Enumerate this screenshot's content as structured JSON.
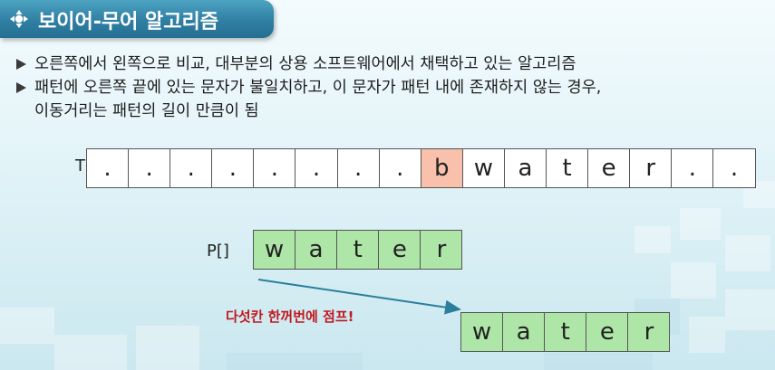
{
  "header": {
    "title": "보이어-무어 알고리즘",
    "icon": "move-arrows-icon"
  },
  "bullets": [
    "오른쪽에서 왼쪽으로 비교, 대부분의 상용 소프트웨어에서 채택하고 있는 알고리즘",
    "패턴에 오른쪽 끝에 있는 문자가 불일치하고, 이 문자가 패턴 내에 존재하지 않는 경우,",
    "이동거리는 패턴의 길이 만큼이 됨"
  ],
  "text_array": {
    "label": "T[]",
    "cells": [
      ".",
      ".",
      ".",
      ".",
      ".",
      ".",
      ".",
      ".",
      "b",
      "w",
      "a",
      "t",
      "e",
      "r",
      ".",
      "."
    ],
    "highlight_color": "#f9c0ac"
  },
  "pattern": {
    "label": "P[]",
    "cells": [
      "w",
      "a",
      "t",
      "e",
      "r"
    ],
    "color": "#aee6a8"
  },
  "shifted_pattern": {
    "cells": [
      "w",
      "a",
      "t",
      "e",
      "r"
    ]
  },
  "jump_note": "다섯칸 한꺼번에 점프!",
  "colors": {
    "title_bg": "#2f7fa3",
    "jump_text": "#c0181e",
    "arrow": "#2a7f9c"
  }
}
